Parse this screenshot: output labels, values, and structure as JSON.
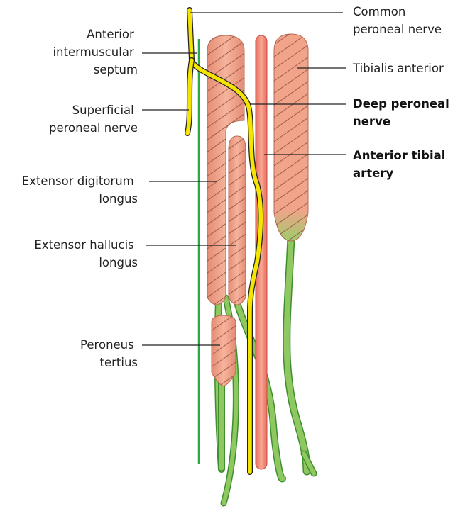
{
  "diagram": {
    "labels": {
      "common_peroneal_nerve": [
        "Common",
        "peroneal nerve"
      ],
      "tibialis_anterior": [
        "Tibialis anterior"
      ],
      "deep_peroneal_nerve": [
        "Deep peroneal",
        "nerve"
      ],
      "anterior_tibial_artery": [
        "Anterior tibial",
        "artery"
      ],
      "anterior_intermuscular_septum": [
        "Anterior",
        "intermuscular",
        "septum"
      ],
      "superficial_peroneal_nerve": [
        "Superficial",
        "peroneal nerve"
      ],
      "extensor_digitorum_longus": [
        "Extensor digitorum",
        "longus"
      ],
      "extensor_hallucis_longus": [
        "Extensor hallucis",
        "longus"
      ],
      "peroneus_tertius": [
        "Peroneus",
        "tertius"
      ]
    },
    "colors": {
      "muscle": "#f1a48a",
      "muscle_hatch": "#8a4a3a",
      "tendon": "#8fc760",
      "tendon_outline": "#3f8f2f",
      "nerve": "#f5e400",
      "nerve_outline": "#222222",
      "artery": "#f07a6a",
      "septum": "#2aa84a"
    }
  }
}
